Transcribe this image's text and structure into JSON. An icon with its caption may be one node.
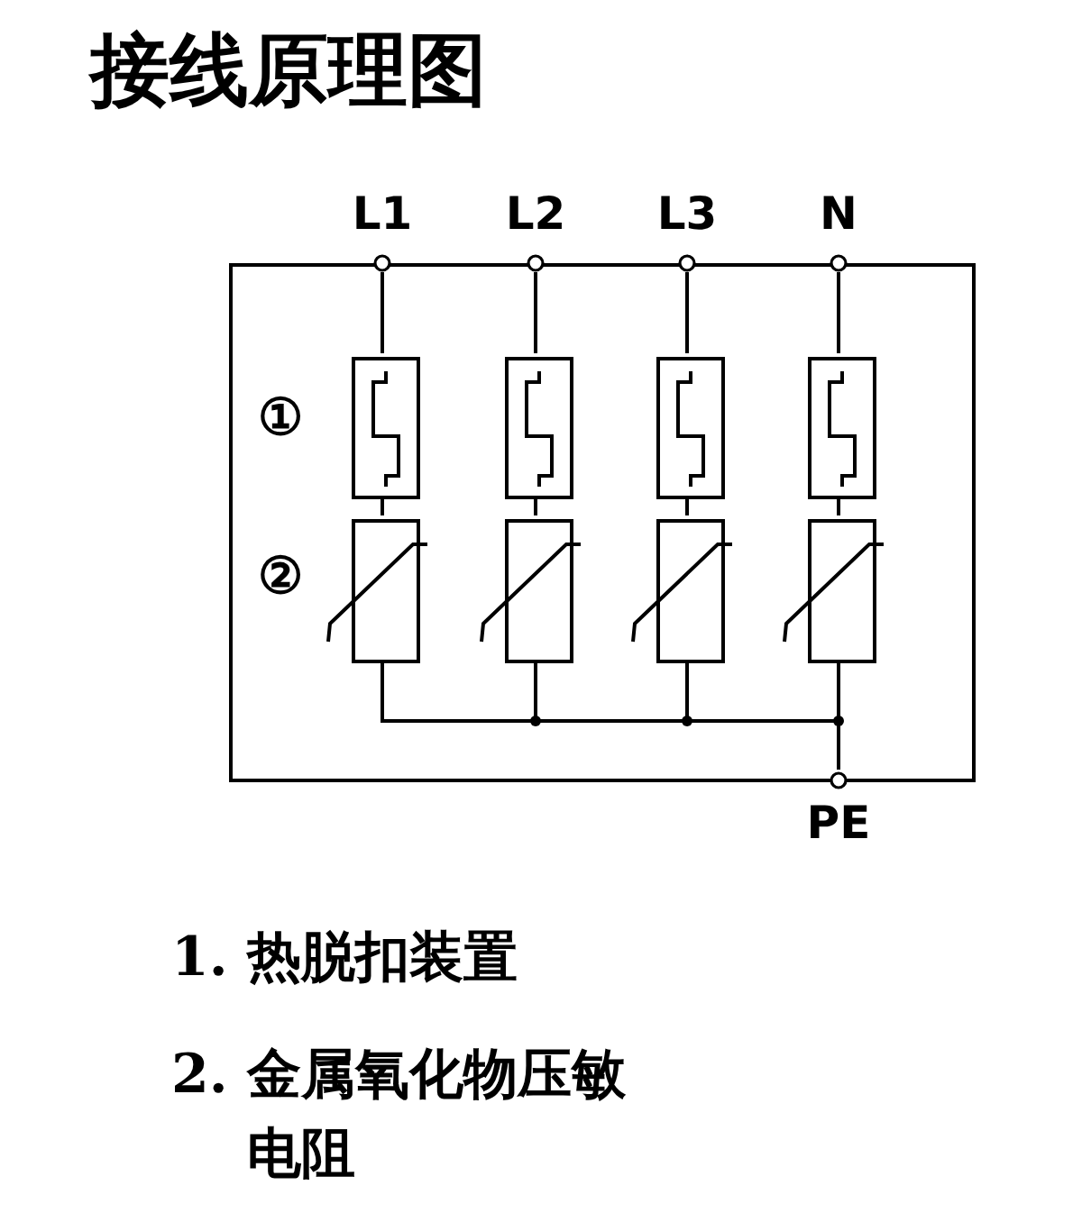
{
  "diagram": {
    "title": "接线原理图",
    "nodes": [
      {
        "text": [],
        "shape": "box"
      },
      {
        "text": [
          "L1"
        ]
      },
      {
        "text": [
          "L2"
        ]
      },
      {
        "text": [
          "L3"
        ]
      },
      {
        "text": [
          "N"
        ]
      },
      {
        "text": [],
        "shape": "box",
        "in": 0
      },
      {
        "text": [],
        "shape": "box",
        "in": 0
      },
      {
        "text": [],
        "shape": "box",
        "in": 0
      },
      {
        "text": [],
        "shape": "box",
        "in": 0
      },
      {
        "text": [],
        "shape": "box",
        "in": 0
      },
      {
        "text": [],
        "shape": "box",
        "in": 0
      },
      {
        "text": [],
        "shape": "box",
        "in": 0
      },
      {
        "text": [],
        "shape": "box",
        "in": 0
      },
      {
        "text": [
          "PE"
        ]
      }
    ],
    "edges": [
      {
        "from": 1,
        "to": 5,
        "arrow": "none"
      },
      {
        "from": 2,
        "to": 6,
        "arrow": "none"
      },
      {
        "from": 3,
        "to": 7,
        "arrow": "none"
      },
      {
        "from": 4,
        "to": 8,
        "arrow": "none"
      },
      {
        "from": 5,
        "to": 9,
        "arrow": "none"
      },
      {
        "from": 6,
        "to": 10,
        "arrow": "none"
      },
      {
        "from": 7,
        "to": 11,
        "arrow": "none"
      },
      {
        "from": 8,
        "to": 12,
        "arrow": "none"
      },
      {
        "from": 9,
        "to": 13,
        "arrow": "none"
      },
      {
        "from": 10,
        "to": 13,
        "arrow": "none"
      },
      {
        "from": 11,
        "to": 13,
        "arrow": "none"
      },
      {
        "from": 12,
        "to": 13,
        "arrow": "none"
      }
    ],
    "labels": [
      "①",
      "②",
      "1. 热脱扣装置",
      "2. 金属氧化物压敏电阻"
    ]
  }
}
